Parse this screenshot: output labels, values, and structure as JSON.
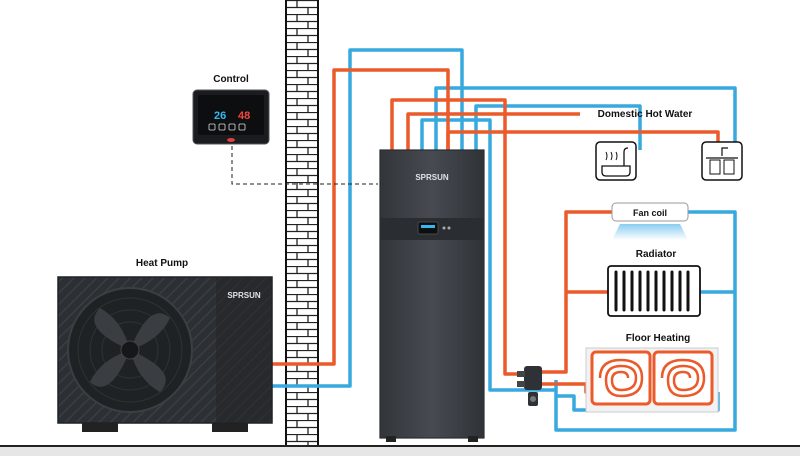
{
  "labels": {
    "control": "Control",
    "heat_pump": "Heat Pump",
    "domestic_hot_water": "Domestic Hot Water",
    "fan_coil": "Fan coil",
    "radiator": "Radiator",
    "floor_heating": "Floor Heating"
  },
  "brand": {
    "name": "SPRSUN"
  },
  "controller": {
    "temp_left": "26",
    "temp_right": "48"
  },
  "colors": {
    "hot_pipe": "#ec5a2a",
    "cold_pipe": "#37a9de",
    "unit_body": "#3e4247",
    "background": "#ffffff"
  }
}
